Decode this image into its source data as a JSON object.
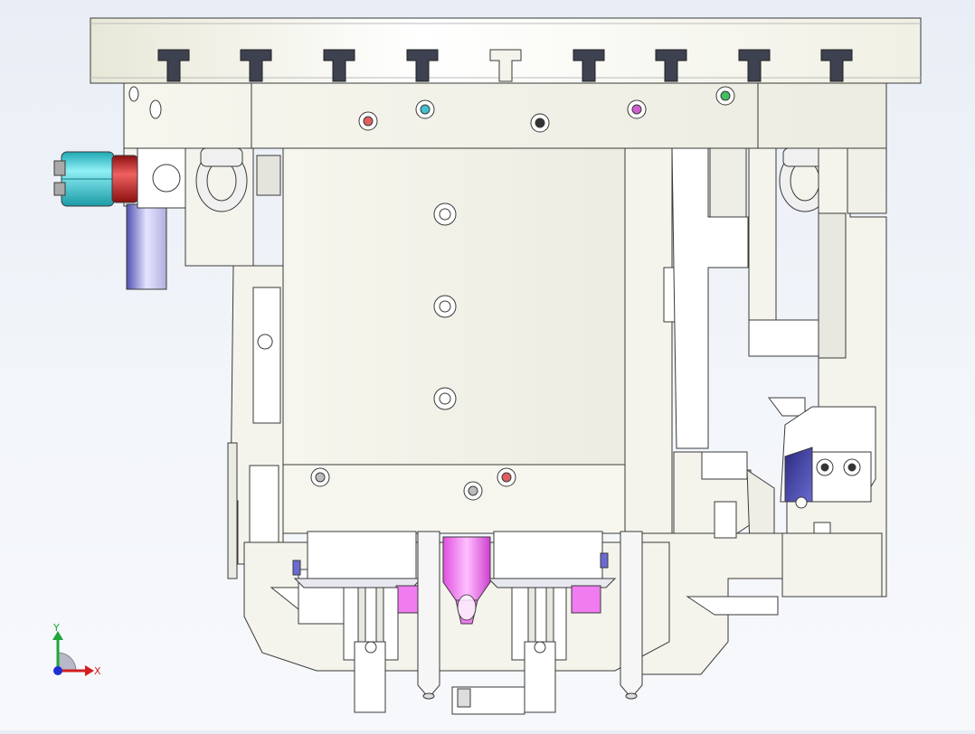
{
  "viewport": {
    "view": "front",
    "background_top": "#e9eef6",
    "background_bottom": "#f7f8fb"
  },
  "triad": {
    "x_label": "X",
    "y_label": "Y",
    "x_color": "#d21e1e",
    "y_color": "#1fa53a",
    "z_color": "#1f2fd2"
  },
  "colors": {
    "body": "#f4f4ec",
    "outline": "#3a3a3a",
    "slot": "#3d4150",
    "cylinder": "#35d2dc",
    "nut": "#d12a2a",
    "bracket": "#c8c8f0",
    "nozzle": "#f07cf0",
    "block_blue": "#4a4ab0",
    "bolt_red": "#e06060",
    "bolt_cyan": "#40c0d0",
    "bolt_magenta": "#d060d0",
    "bolt_green": "#40c060"
  },
  "icons": {
    "triad": "coordinate-triad-icon"
  }
}
